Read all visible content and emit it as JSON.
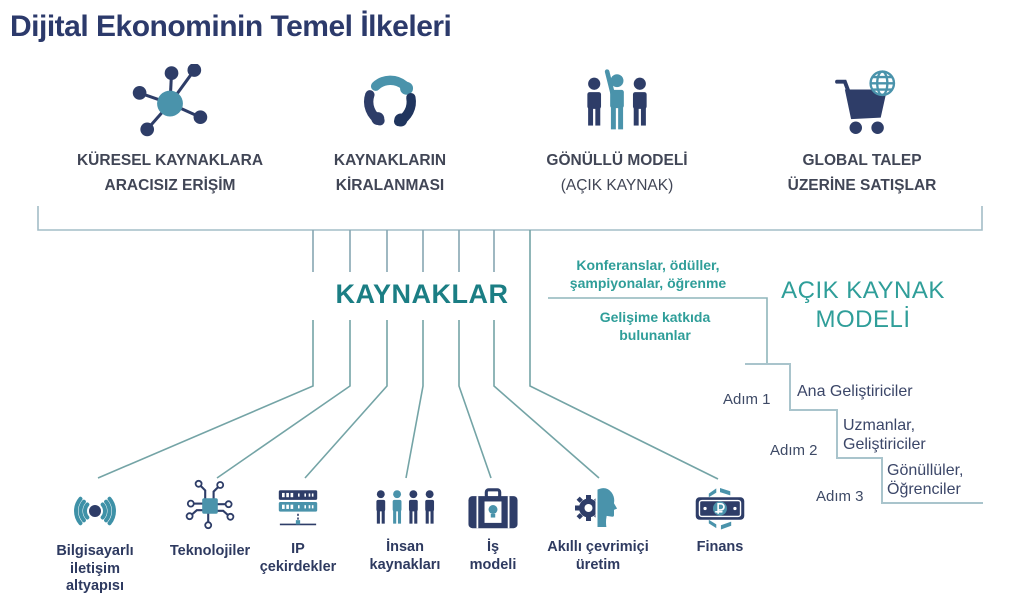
{
  "title": "Dijital Ekonominin Temel İlkeleri",
  "principles": [
    {
      "icon": "network-nodes-icon",
      "lines": [
        "KÜRESEL KAYNAKLARA",
        "ARACISIZ ERİŞİM"
      ]
    },
    {
      "icon": "circular-arrows-icon",
      "lines": [
        "KAYNAKLARIN",
        "KİRALANMASI"
      ]
    },
    {
      "icon": "volunteers-icon",
      "lines": [
        "GÖNÜLLÜ MODELİ",
        "(AÇIK KAYNAK)"
      ]
    },
    {
      "icon": "global-cart-icon",
      "lines": [
        "GLOBAL TALEP",
        "ÜZERİNE SATIŞLAR"
      ]
    }
  ],
  "resources": {
    "heading": "KAYNAKLAR",
    "items": [
      {
        "icon": "wireless-signal-icon",
        "lines": [
          "Bilgisayarlı",
          "iletişim",
          "altyapısı"
        ]
      },
      {
        "icon": "circuit-chip-icon",
        "lines": [
          "Teknolojiler"
        ]
      },
      {
        "icon": "server-stack-icon",
        "lines": [
          "IP",
          "çekirdekler"
        ]
      },
      {
        "icon": "people-group-icon",
        "lines": [
          "İnsan",
          "kaynakları"
        ]
      },
      {
        "icon": "briefcase-idea-icon",
        "lines": [
          "İş",
          "modeli"
        ]
      },
      {
        "icon": "gear-head-icon",
        "lines": [
          "Akıllı çevrimiçi",
          "üretim"
        ]
      },
      {
        "icon": "banknote-icon",
        "lines": [
          "Finans"
        ]
      }
    ]
  },
  "open_source_model": {
    "heading_lines": [
      "AÇIK KAYNAK",
      "MODELİ"
    ],
    "annotation_top_lines": [
      "Konferanslar, ödüller,",
      "şampiyonalar, öğrenme"
    ],
    "annotation_bottom_lines": [
      "Gelişime katkıda",
      "bulunanlar"
    ],
    "steps": [
      {
        "step_label": "Adım 1",
        "role_lines": [
          "Ana Geliştiriciler",
          ""
        ]
      },
      {
        "step_label": "Adım 2",
        "role_lines": [
          "Uzmanlar,",
          "Geliştiriciler"
        ]
      },
      {
        "step_label": "Adım 3",
        "role_lines": [
          "Gönüllüler,",
          "Öğrenciler"
        ]
      }
    ]
  },
  "colors": {
    "title_navy": "#2c3a6b",
    "icon_navy": "#2e3d68",
    "icon_teal": "#4a93ab",
    "resources_heading_teal": "#1b7e84",
    "teal_text": "#2f9e99",
    "top_label_gray": "#414656",
    "bottom_label_navy": "#2e3a60",
    "bracket_line": "#a3bdc7",
    "fan_line": "#74a4a6",
    "stair_line": "#a9c4cc"
  }
}
